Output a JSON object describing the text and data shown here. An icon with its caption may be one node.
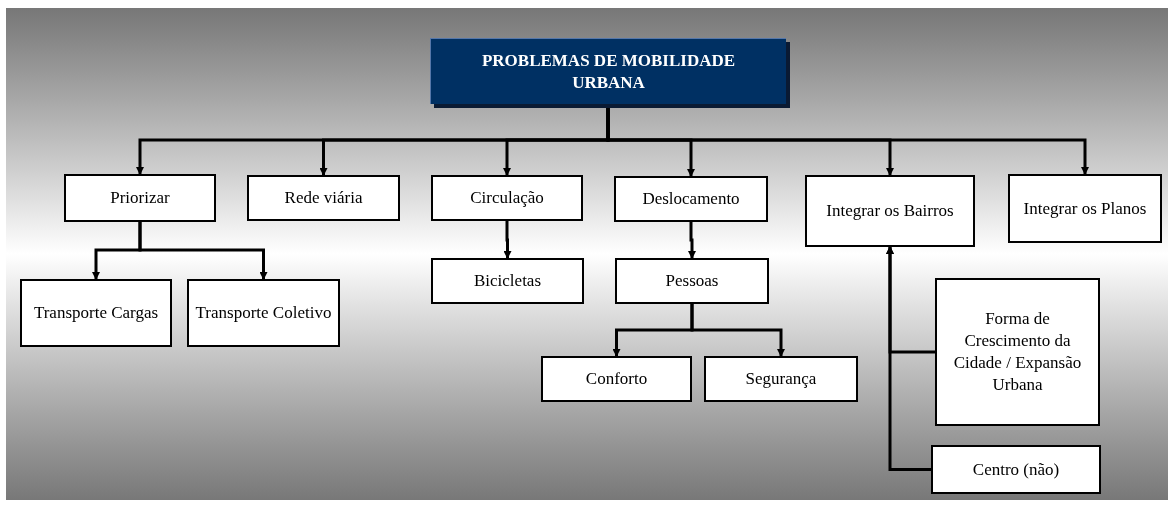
{
  "diagram": {
    "nodes": [
      {
        "text": [
          "PROBLEMAS DE MOBILIDADE URBANA"
        ]
      },
      {
        "text": [
          "Priorizar"
        ]
      },
      {
        "text": [
          "Rede viária"
        ]
      },
      {
        "text": [
          "Circulação"
        ]
      },
      {
        "text": [
          "Deslocamento"
        ]
      },
      {
        "text": [
          "Integrar os Bairros"
        ]
      },
      {
        "text": [
          "Integrar os Planos"
        ]
      },
      {
        "text": [
          "Transporte Cargas"
        ]
      },
      {
        "text": [
          "Transporte Coletivo"
        ]
      },
      {
        "text": [
          "Bicicletas"
        ]
      },
      {
        "text": [
          "Pessoas"
        ]
      },
      {
        "text": [
          "Forma de Crescimento da Cidade / Expansão Urbana"
        ]
      },
      {
        "text": [
          "Conforto"
        ]
      },
      {
        "text": [
          "Segurança"
        ]
      },
      {
        "text": [
          "Centro (não)"
        ]
      }
    ],
    "edges": [
      {
        "from": 0,
        "to": 1,
        "arrow": "to"
      },
      {
        "from": 0,
        "to": 2,
        "arrow": "to"
      },
      {
        "from": 0,
        "to": 3,
        "arrow": "to"
      },
      {
        "from": 0,
        "to": 4,
        "arrow": "to"
      },
      {
        "from": 0,
        "to": 5,
        "arrow": "to"
      },
      {
        "from": 0,
        "to": 6,
        "arrow": "to"
      },
      {
        "from": 1,
        "to": 7,
        "arrow": "to"
      },
      {
        "from": 1,
        "to": 8,
        "arrow": "to"
      },
      {
        "from": 3,
        "to": 9,
        "arrow": "to"
      },
      {
        "from": 4,
        "to": 10,
        "arrow": "to"
      },
      {
        "from": 10,
        "to": 12,
        "arrow": "to"
      },
      {
        "from": 10,
        "to": 13,
        "arrow": "to"
      },
      {
        "from": 11,
        "to": 5,
        "arrow": "to"
      },
      {
        "from": 14,
        "to": 5,
        "arrow": "to"
      }
    ]
  }
}
